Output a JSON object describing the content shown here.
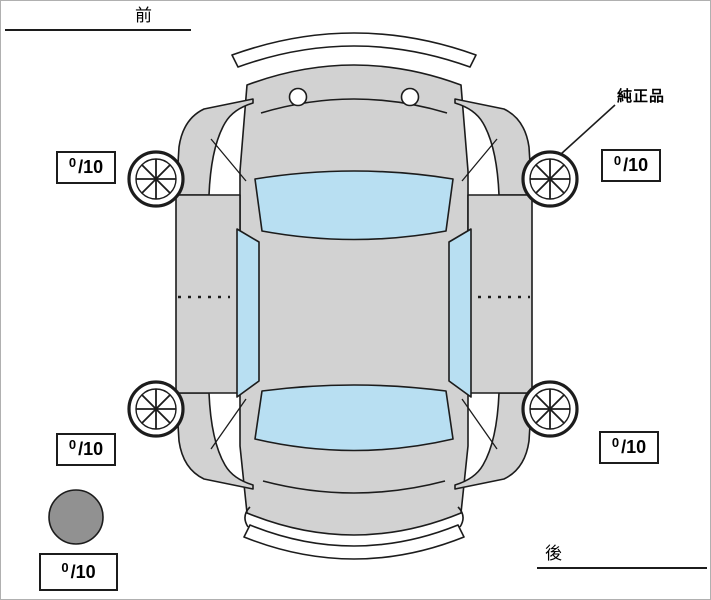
{
  "labels": {
    "front": "前",
    "rear": "後",
    "genuine_part": "純正品"
  },
  "tire_scores": {
    "front_left": {
      "value": "0",
      "denominator": "/10"
    },
    "front_right": {
      "value": "0",
      "denominator": "/10"
    },
    "rear_left": {
      "value": "0",
      "denominator": "/10"
    },
    "rear_right": {
      "value": "0",
      "denominator": "/10"
    },
    "spare": {
      "value": "0",
      "denominator": "/10"
    }
  },
  "colors": {
    "body_fill": "#d2d2d2",
    "glass_fill": "#b8dff2",
    "outline": "#1c1c1c",
    "spare_tire_fill": "#919191"
  }
}
